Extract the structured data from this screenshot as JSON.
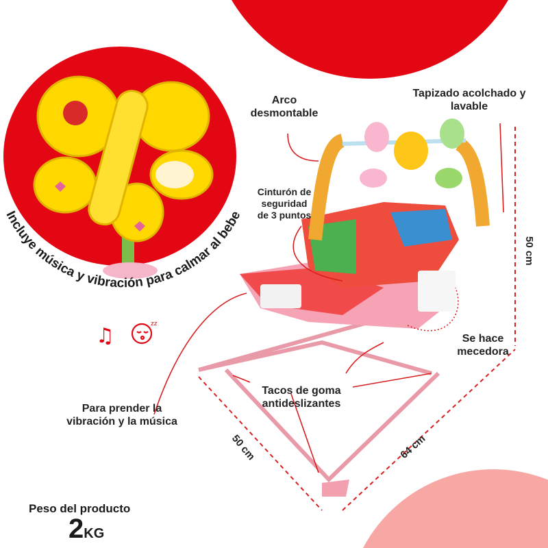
{
  "colors": {
    "accent_red": "#e30613",
    "pink": "#f7b6b6",
    "arrow": "#d81e1e"
  },
  "headline_curved": "Incluye música y vibración para calmar al bebe",
  "icons": [
    "music-notes-icon",
    "sleeping-baby-icon"
  ],
  "labels": {
    "arch": "Arco\ndesmontable",
    "upholstery": "Tapizado acolchado y\nlavable",
    "belt": "Cinturón de\nseguridad\nde 3 puntos",
    "rocker": "Se hace\nmecedora",
    "rubber": "Tacos de goma\nantideslizantes",
    "switch": "Para prender la\nvibración y la música"
  },
  "dimensions": {
    "height": "50 cm",
    "width": "50 cm",
    "depth": "64 cm"
  },
  "weight": {
    "title": "Peso del producto",
    "value": "2",
    "unit": "KG"
  }
}
